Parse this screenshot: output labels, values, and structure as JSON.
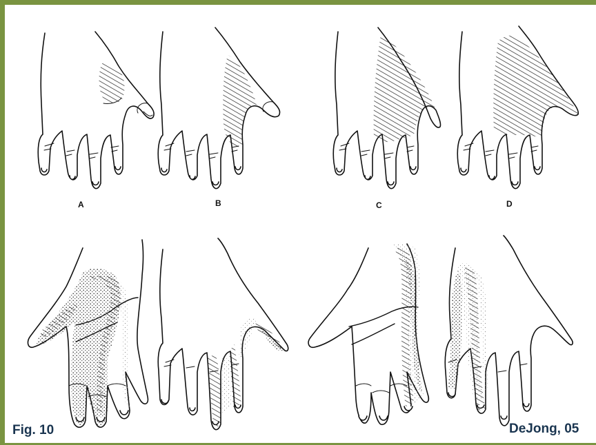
{
  "figure": {
    "panel_labels": [
      "A",
      "B",
      "C",
      "D"
    ],
    "caption_left": "Fig. 10",
    "caption_right": "DeJong, 05"
  },
  "colors": {
    "frame_border": "#7a9441",
    "caption_text": "#1a3550",
    "ink": "#111111"
  }
}
